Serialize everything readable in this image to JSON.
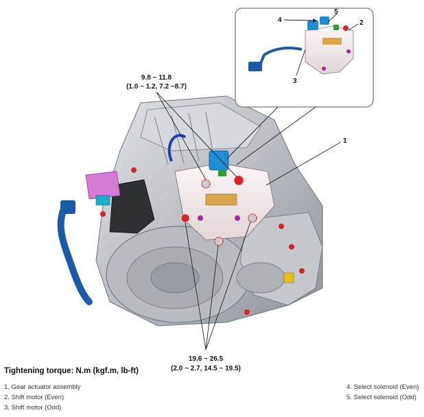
{
  "callouts": {
    "c1": "1",
    "c2": "2",
    "c3": "3",
    "c4": "4",
    "c5": "5"
  },
  "torque_specs": {
    "upper": {
      "line1": "9.8 ~ 11.8",
      "line2": "(1.0 ~ 1.2, 7.2 ~8.7)"
    },
    "lower": {
      "line1": "19.6 ~ 26.5",
      "line2": "(2.0 ~ 2.7, 14.5 ~ 19.5)"
    }
  },
  "tightening_torque_title": "Tightening torque: N.m (kgf.m, lb-ft)",
  "legend": {
    "left": [
      "1. Gear actuator assembly",
      "2. Shift motor (Even)",
      "3. Shift motor (Odd)"
    ],
    "right": [
      "4. Select solenoid (Even)",
      "5. Select solenoid (Odd)"
    ]
  },
  "colors": {
    "actuator_body": "#f2eaea",
    "blue_parts": "#1e8fd6",
    "dark_blue_harness": "#1a5aa8",
    "red_bolts": "#d8222a",
    "case_gray": "#c9ccd0",
    "magenta_part": "#d67ad6",
    "yellow_part": "#e8c020"
  },
  "icons": {
    "transmission": "transmission-assembly-illustration",
    "detail": "gear-actuator-detail-illustration"
  }
}
